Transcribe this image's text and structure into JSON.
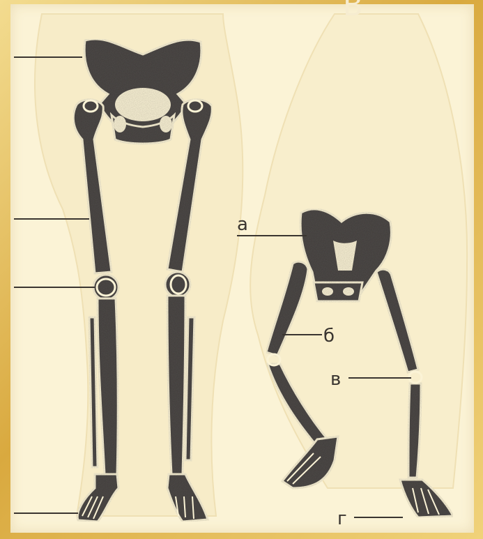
{
  "figure": {
    "title_letter": "В",
    "labels": {
      "a": "а",
      "b": "б",
      "v": "в",
      "g": "г"
    },
    "colors": {
      "bone": "#4e4a48",
      "paper": "#fbf3d6",
      "frame": "#d9a93f",
      "line": "#3a3530"
    }
  }
}
